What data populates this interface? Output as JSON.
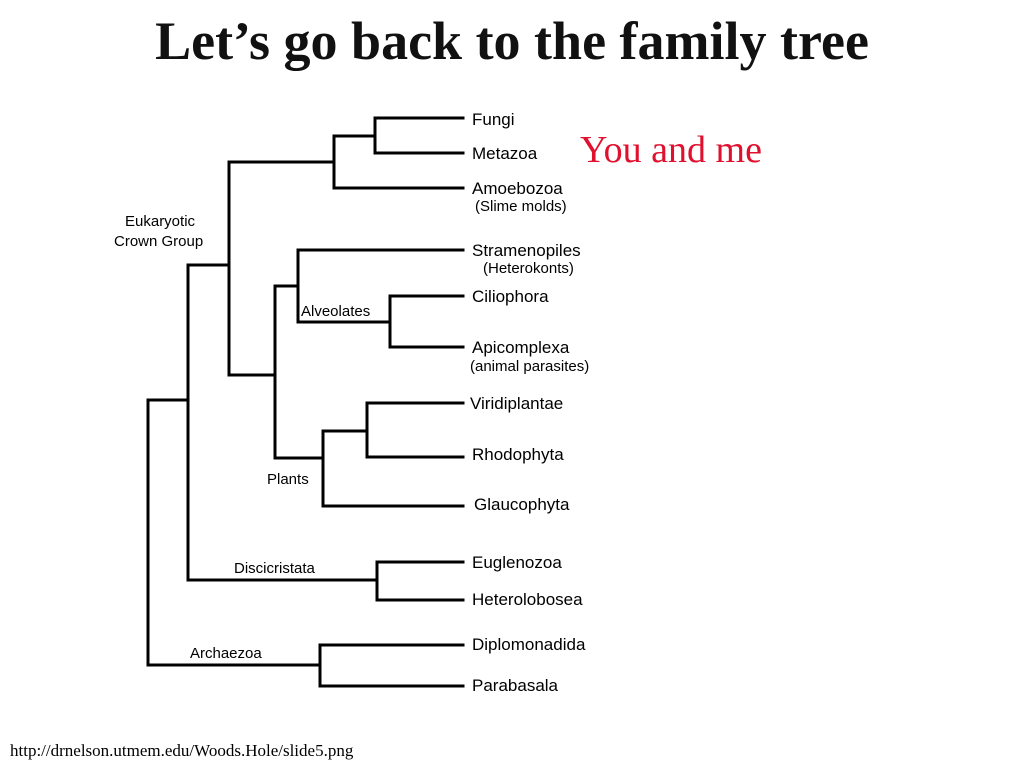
{
  "slide": {
    "title": "Let’s go back to the family tree",
    "callout": "You and me",
    "source": "http://drnelson.utmem.edu/Woods.Hole/slide5.png"
  },
  "tree": {
    "groups": {
      "eukaryotic_line1": "Eukaryotic",
      "eukaryotic_line2": "Crown Group",
      "alveolates": "Alveolates",
      "plants": "Plants",
      "discicristata": "Discicristata",
      "archaezoa": "Archaezoa"
    },
    "leaves": {
      "fungi": "Fungi",
      "metazoa": "Metazoa",
      "amoebozoa": "Amoebozoa",
      "amoebozoa_note": "(Slime molds)",
      "stramenopiles": "Stramenopiles",
      "stramenopiles_note": "(Heterokonts)",
      "ciliophora": "Ciliophora",
      "apicomplexa": "Apicomplexa",
      "apicomplexa_note": "(animal parasites)",
      "viridiplantae": "Viridiplantae",
      "rhodophyta": "Rhodophyta",
      "glaucophyta": "Glaucophyta",
      "euglenozoa": "Euglenozoa",
      "heterolobosea": "Heterolobosea",
      "diplomonadida": "Diplomonadida",
      "parabasala": "Parabasala"
    }
  }
}
